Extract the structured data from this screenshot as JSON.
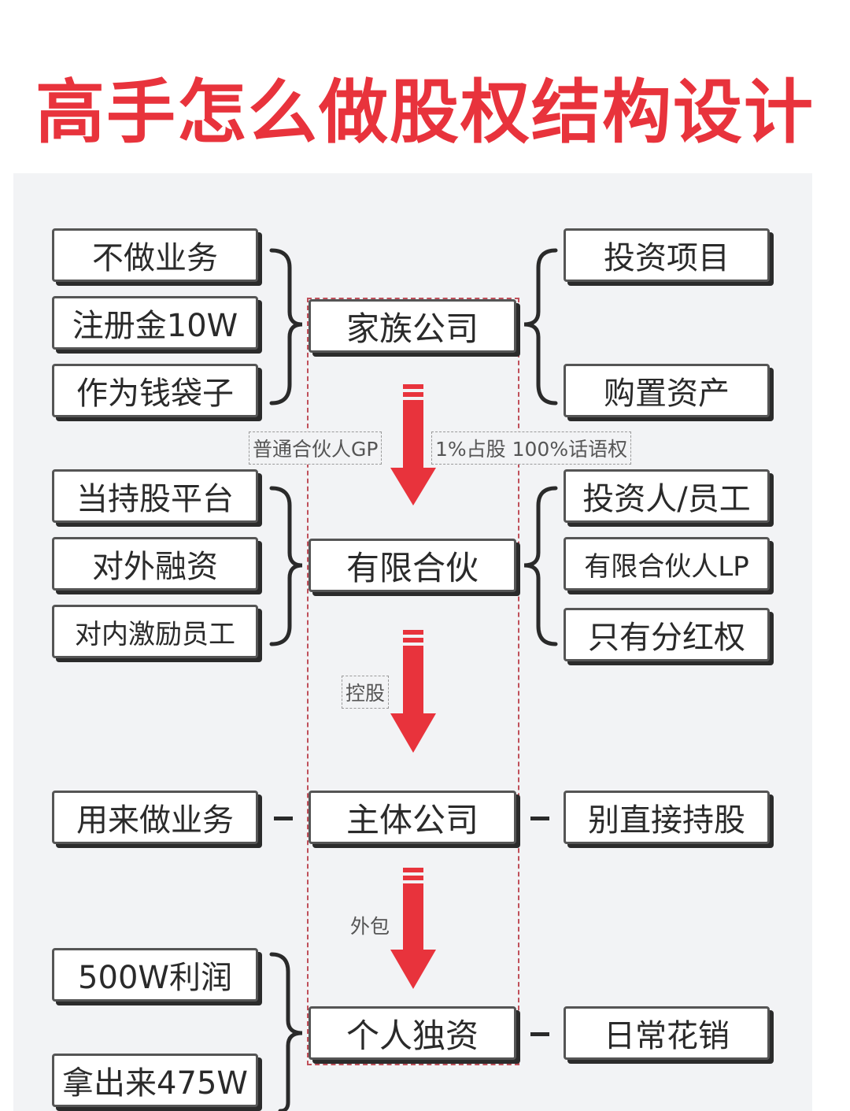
{
  "title": "高手怎么做股权结构设计",
  "colors": {
    "title": "#e8333c",
    "arrow": "#e8333c",
    "box_border": "#555555"
  },
  "icons": [
    "bracket-left",
    "bracket-right",
    "down-arrow"
  ],
  "nodes": {
    "family": "家族公司",
    "lp_fund": "有限合伙",
    "main": "主体公司",
    "personal": "个人独资"
  },
  "family_left": [
    "不做业务",
    "注册金10W",
    "作为钱袋子"
  ],
  "family_right": [
    "投资项目",
    "购置资产"
  ],
  "arrow1_notes": [
    "普通合伙人GP",
    "1%占股 100%话语权"
  ],
  "lp_left": [
    "当持股平台",
    "对外融资",
    "对内激励员工"
  ],
  "lp_right": [
    "投资人/员工",
    "有限合伙人LP",
    "只有分红权"
  ],
  "arrow2_note": "控股",
  "main_left": "用来做业务",
  "main_right": "别直接持股",
  "arrow3_note": "外包",
  "personal_left": [
    "500W利润",
    "拿出来475W"
  ],
  "personal_right": "日常花销"
}
